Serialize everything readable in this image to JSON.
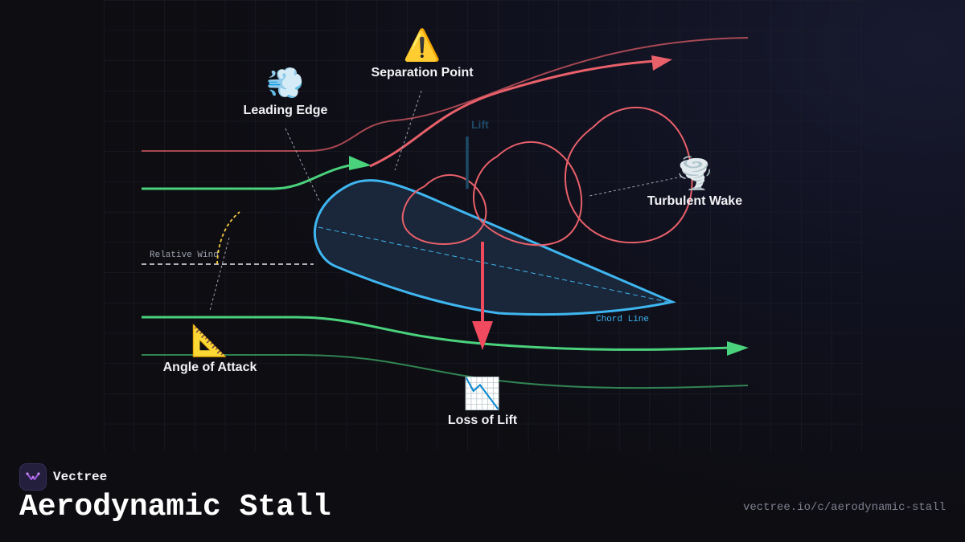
{
  "diagram": {
    "labels": {
      "leading_edge": "Leading Edge",
      "separation_point": "Separation Point",
      "turbulent_wake": "Turbulent Wake",
      "angle_of_attack": "Angle of Attack",
      "loss_of_lift": "Loss of Lift",
      "lift": "Lift",
      "relative_wind": "Relative Wind",
      "chord_line": "Chord Line"
    },
    "emojis": {
      "leading_edge": "💨",
      "separation_point": "⚠️",
      "turbulent_wake": "🌪️",
      "angle_of_attack": "📐",
      "loss_of_lift": "📉"
    },
    "icons": {
      "leading_edge": "dashing-away-icon",
      "separation_point": "warning-icon",
      "turbulent_wake": "tornado-icon",
      "angle_of_attack": "triangular-ruler-icon",
      "loss_of_lift": "chart-decreasing-icon"
    },
    "colors": {
      "airfoil_stroke": "#3fb6f0",
      "airfoil_fill": "#1c2a40",
      "attached_flow": "#4ad27c",
      "separated_flow": "#e8606a",
      "lift_vector": "#1e4a66",
      "loss_vector": "#f04a5e",
      "angle_arc": "#f5c842",
      "relative_wind": "#c8cad4"
    }
  },
  "footer": {
    "brand_name": "Vectree",
    "title": "Aerodynamic Stall",
    "url": "vectree.io/c/aerodynamic-stall"
  }
}
